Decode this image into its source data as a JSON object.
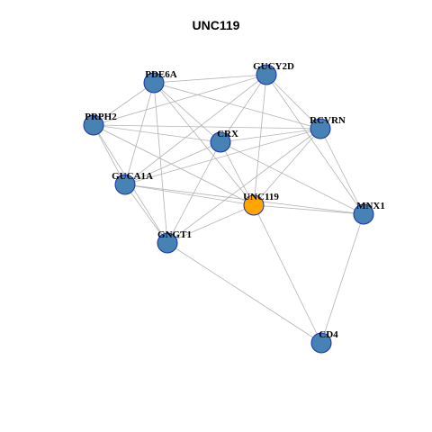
{
  "title": "UNC119",
  "colors": {
    "hub": "#ffa500",
    "node": "#4682b4",
    "edge": "#b3b3b3",
    "node_border": "#1a2fb0"
  },
  "nodes": [
    {
      "id": "PDE6A",
      "label": "PDE6A",
      "hub": false
    },
    {
      "id": "GUCY2D",
      "label": "GUCY2D",
      "hub": false
    },
    {
      "id": "PRPH2",
      "label": "PRPH2",
      "hub": false
    },
    {
      "id": "RCVRN",
      "label": "RCVRN",
      "hub": false
    },
    {
      "id": "CRX",
      "label": "CRX",
      "hub": false
    },
    {
      "id": "GUCA1A",
      "label": "GUCA1A",
      "hub": false
    },
    {
      "id": "UNC119",
      "label": "UNC119",
      "hub": true
    },
    {
      "id": "MNX1",
      "label": "MNX1",
      "hub": false
    },
    {
      "id": "GNGT1",
      "label": "GNGT1",
      "hub": false
    },
    {
      "id": "CD4",
      "label": "CD4",
      "hub": false
    }
  ],
  "edges": [
    [
      "PDE6A",
      "GUCY2D"
    ],
    [
      "PDE6A",
      "PRPH2"
    ],
    [
      "PDE6A",
      "RCVRN"
    ],
    [
      "PDE6A",
      "CRX"
    ],
    [
      "PDE6A",
      "GUCA1A"
    ],
    [
      "PDE6A",
      "UNC119"
    ],
    [
      "PDE6A",
      "GNGT1"
    ],
    [
      "GUCY2D",
      "PRPH2"
    ],
    [
      "GUCY2D",
      "RCVRN"
    ],
    [
      "GUCY2D",
      "CRX"
    ],
    [
      "GUCY2D",
      "GUCA1A"
    ],
    [
      "GUCY2D",
      "UNC119"
    ],
    [
      "GUCY2D",
      "MNX1"
    ],
    [
      "PRPH2",
      "RCVRN"
    ],
    [
      "PRPH2",
      "CRX"
    ],
    [
      "PRPH2",
      "GUCA1A"
    ],
    [
      "PRPH2",
      "UNC119"
    ],
    [
      "PRPH2",
      "GNGT1"
    ],
    [
      "RCVRN",
      "CRX"
    ],
    [
      "RCVRN",
      "GUCA1A"
    ],
    [
      "RCVRN",
      "UNC119"
    ],
    [
      "RCVRN",
      "MNX1"
    ],
    [
      "RCVRN",
      "GNGT1"
    ],
    [
      "CRX",
      "GUCA1A"
    ],
    [
      "CRX",
      "UNC119"
    ],
    [
      "CRX",
      "GNGT1"
    ],
    [
      "CRX",
      "MNX1"
    ],
    [
      "GUCA1A",
      "UNC119"
    ],
    [
      "GUCA1A",
      "GNGT1"
    ],
    [
      "GUCA1A",
      "MNX1"
    ],
    [
      "UNC119",
      "MNX1"
    ],
    [
      "UNC119",
      "GNGT1"
    ],
    [
      "UNC119",
      "CD4"
    ],
    [
      "MNX1",
      "CD4"
    ],
    [
      "GNGT1",
      "CD4"
    ]
  ]
}
